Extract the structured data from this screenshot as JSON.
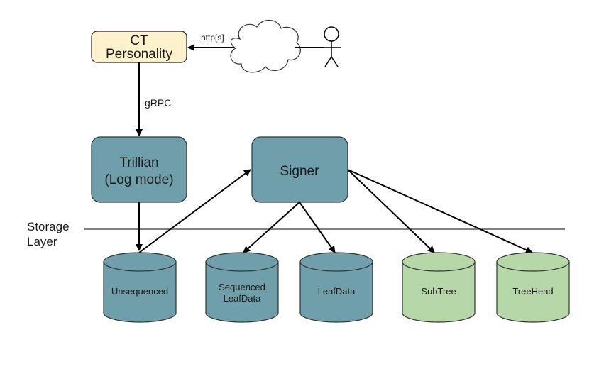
{
  "diagram": {
    "nodes": {
      "ct_personality": {
        "label_line1": "CT",
        "label_line2": "Personality",
        "fill": "#fdf2cc"
      },
      "trillian": {
        "label_line1": "Trillian",
        "label_line2": "(Log mode)",
        "fill": "#6e9fab"
      },
      "signer": {
        "label": "Signer",
        "fill": "#6e9fab"
      }
    },
    "storage_layer": {
      "line1": "Storage",
      "line2": "Layer"
    },
    "edges": {
      "http_label": "http[s]",
      "grpc_label": "gRPC"
    },
    "cylinders": [
      {
        "id": "unsequenced",
        "line1": "Unsequenced",
        "line2": "",
        "fill": "#6e9fab"
      },
      {
        "id": "sequenced-leafdata",
        "line1": "Sequenced",
        "line2": "LeafData",
        "fill": "#6e9fab"
      },
      {
        "id": "leafdata",
        "line1": "LeafData",
        "line2": "",
        "fill": "#6e9fab"
      },
      {
        "id": "subtree",
        "line1": "SubTree",
        "line2": "",
        "fill": "#b6d7a8"
      },
      {
        "id": "treehead",
        "line1": "TreeHead",
        "line2": "",
        "fill": "#b6d7a8"
      }
    ]
  }
}
